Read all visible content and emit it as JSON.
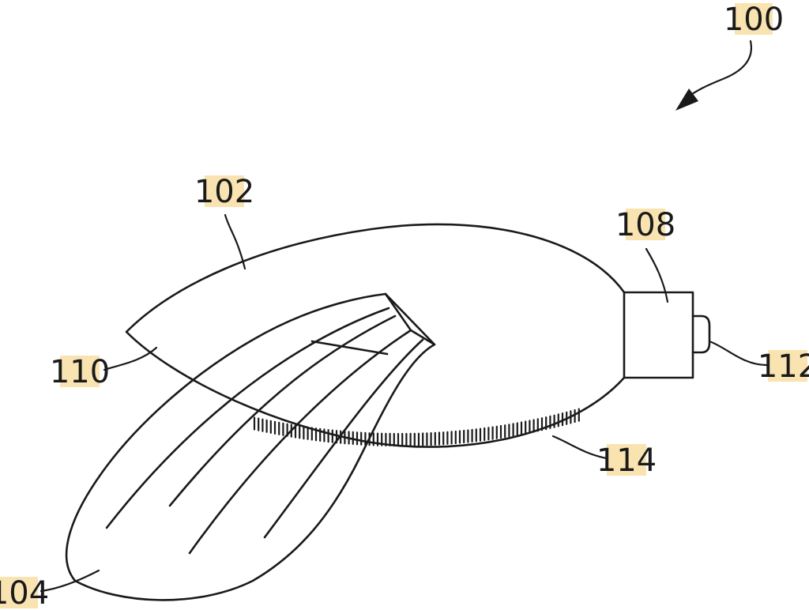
{
  "reference_numerals": {
    "assembly": "100",
    "body": "102",
    "membrane": "104",
    "connector": "108",
    "edge": "110",
    "knob": "112",
    "bristles": "114"
  }
}
